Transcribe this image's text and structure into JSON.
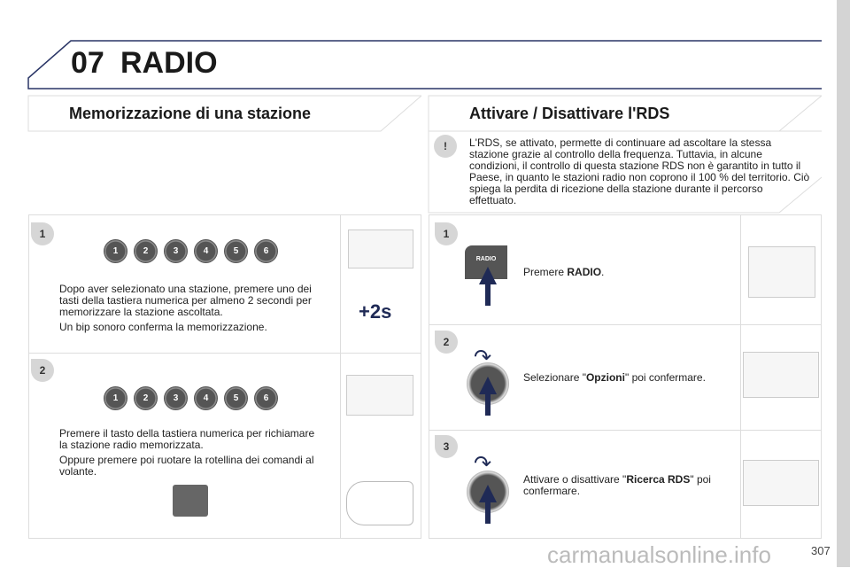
{
  "chapter": {
    "number": "07",
    "title": "RADIO"
  },
  "left": {
    "title": "Memorizzazione di una stazione",
    "steps": [
      {
        "num": "1",
        "buttons": [
          "1",
          "2",
          "3",
          "4",
          "5",
          "6"
        ],
        "paragraphs": [
          "Dopo aver selezionato una stazione, premere uno dei tasti della tastiera numerica per almeno 2 secondi per memorizzare la stazione ascoltata.",
          "Un bip sonoro conferma la memorizzazione."
        ],
        "hold_label": "+2s"
      },
      {
        "num": "2",
        "buttons": [
          "1",
          "2",
          "3",
          "4",
          "5",
          "6"
        ],
        "paragraphs": [
          "Premere il tasto della tastiera numerica per richiamare la stazione radio memorizzata.",
          "Oppure premere poi ruotare la rotellina dei comandi al volante."
        ]
      }
    ]
  },
  "right": {
    "title": "Attivare / Disattivare l'RDS",
    "warning": {
      "icon": "!",
      "text": "L'RDS, se attivato, permette di continuare ad ascoltare la stessa stazione grazie al controllo della frequenza. Tuttavia, in alcune condizioni, il controllo di questa stazione RDS non è garantito in tutto il Paese, in quanto le stazioni radio non coprono il 100 % del territorio. Ciò spiega la perdita di ricezione della stazione durante il percorso effettuato."
    },
    "steps": [
      {
        "num": "1",
        "key_label": "RADIO",
        "pre": "Premere ",
        "bold": "RADIO",
        "post": "."
      },
      {
        "num": "2",
        "pre": "Selezionare \"",
        "bold": "Opzioni",
        "post": "\" poi confermare."
      },
      {
        "num": "3",
        "pre": "Attivare o disattivare \"",
        "bold": "Ricerca RDS",
        "post": "\" poi confermare."
      }
    ]
  },
  "page_number": "307",
  "watermark": "carmanualsonline.info",
  "colors": {
    "accent": "#1f2a56",
    "panel_border": "#dddddd",
    "sidebar": "#d4d4d4"
  }
}
